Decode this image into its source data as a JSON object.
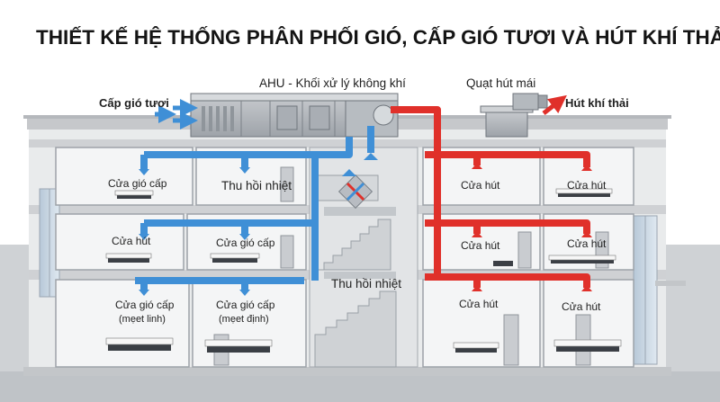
{
  "title": "THIẾT KẾ HỆ THỐNG PHÂN PHỐI GIÓ, CẤP GIÓ TƯƠI VÀ HÚT KHÍ THẢI",
  "labels": {
    "ahu": "AHU - Khối xử lý không khí",
    "fresh_air": "Cấp gió tươi",
    "roof_fan": "Quạt hút mái",
    "exhaust": "Hút khí thải",
    "supply_l3": "Cửa gió cấp",
    "heat_recovery_top": "Thu hồi nhiệt",
    "return_l2_left": "Cửa hút",
    "supply_l2": "Cửa gió cấp",
    "heat_recovery_mid": "Thu hồi nhiệt",
    "supply_l1_left": "Cửa gió cấp",
    "supply_l1_left_sub": "(mẹet linh)",
    "supply_l1_mid": "Cửa gió cấp",
    "supply_l1_mid_sub": "(mẹet định)",
    "exhaust_r3a": "Cửa hút",
    "exhaust_r3b": "Cửa hút",
    "exhaust_r2a": "Cửa hút",
    "exhaust_r2b": "Cửa hút",
    "exhaust_r1a": "Cửa hút",
    "exhaust_r1b": "Cửa hút"
  },
  "colors": {
    "supply": "#3f8fd6",
    "exhaust": "#e0302a",
    "structure": "#d9dadc",
    "interior": "#eef0f1"
  }
}
